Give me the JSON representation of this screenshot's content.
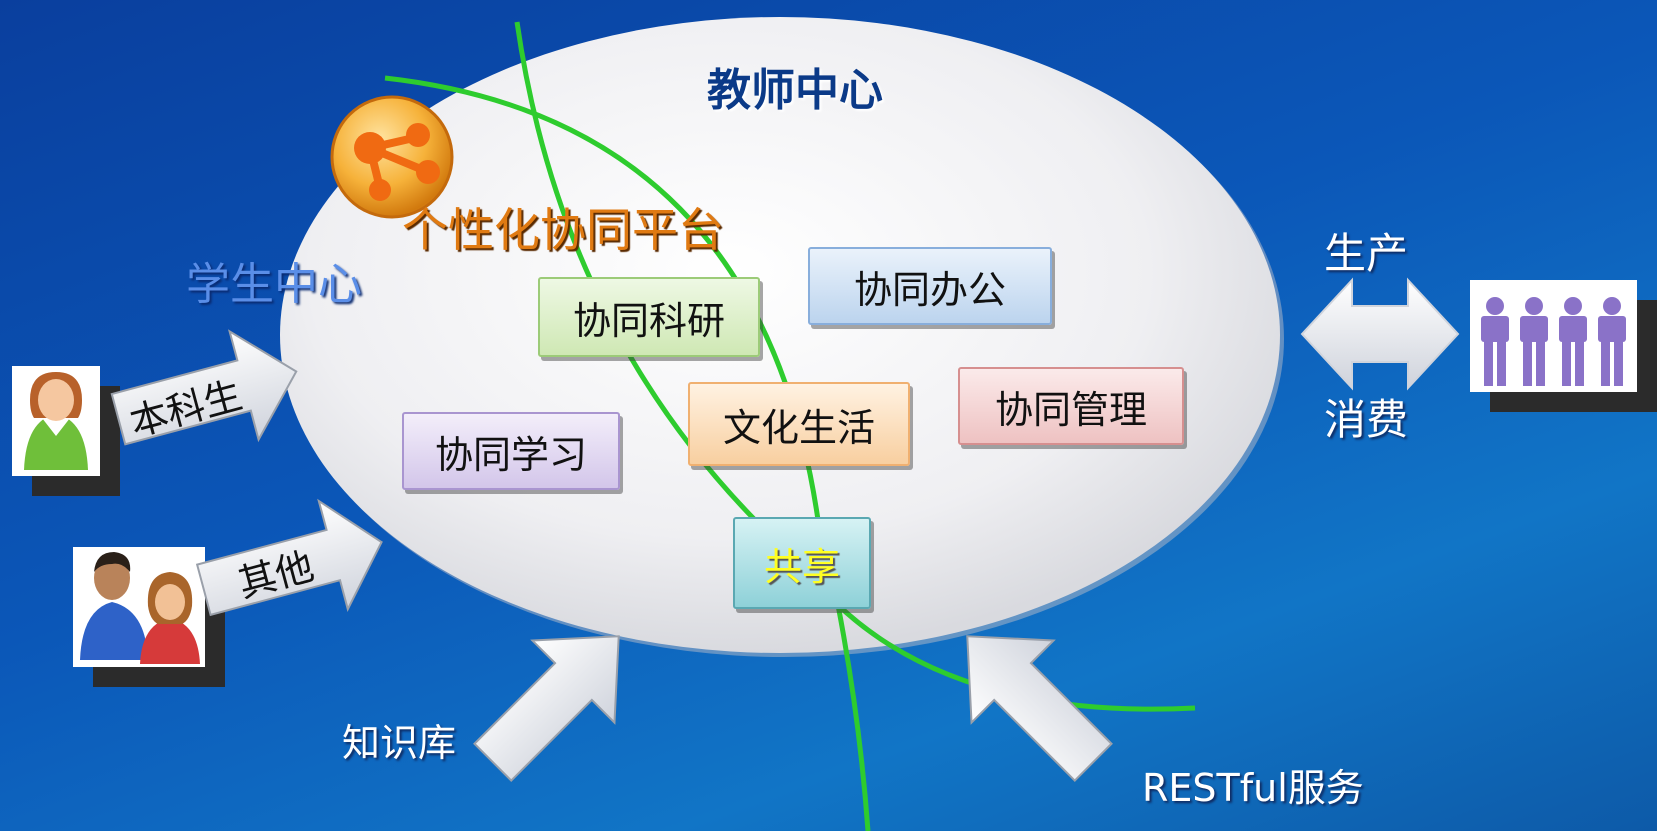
{
  "diagram": {
    "teacher_center": "教师中心",
    "platform_title": "个性化协同平台",
    "student_center": "学生中心",
    "modules": {
      "research": "协同科研",
      "office": "协同办公",
      "culture": "文化生活",
      "management": "协同管理",
      "learning": "协同学习",
      "share": "共享"
    },
    "inputs": {
      "undergrad": "本科生",
      "others": "其他",
      "knowledge_base": "知识库",
      "restful": "RESTful服务"
    },
    "exchange": {
      "produce": "生产",
      "consume": "消费"
    }
  },
  "colors": {
    "background": "#0b57b8",
    "ellipse": "#efeff2",
    "green_line": "#2ecc2e",
    "teacher_title": "#0b3a88",
    "platform_title": "#e07a12",
    "student_title": "#5a8ee8",
    "share_text": "#ffff22"
  }
}
